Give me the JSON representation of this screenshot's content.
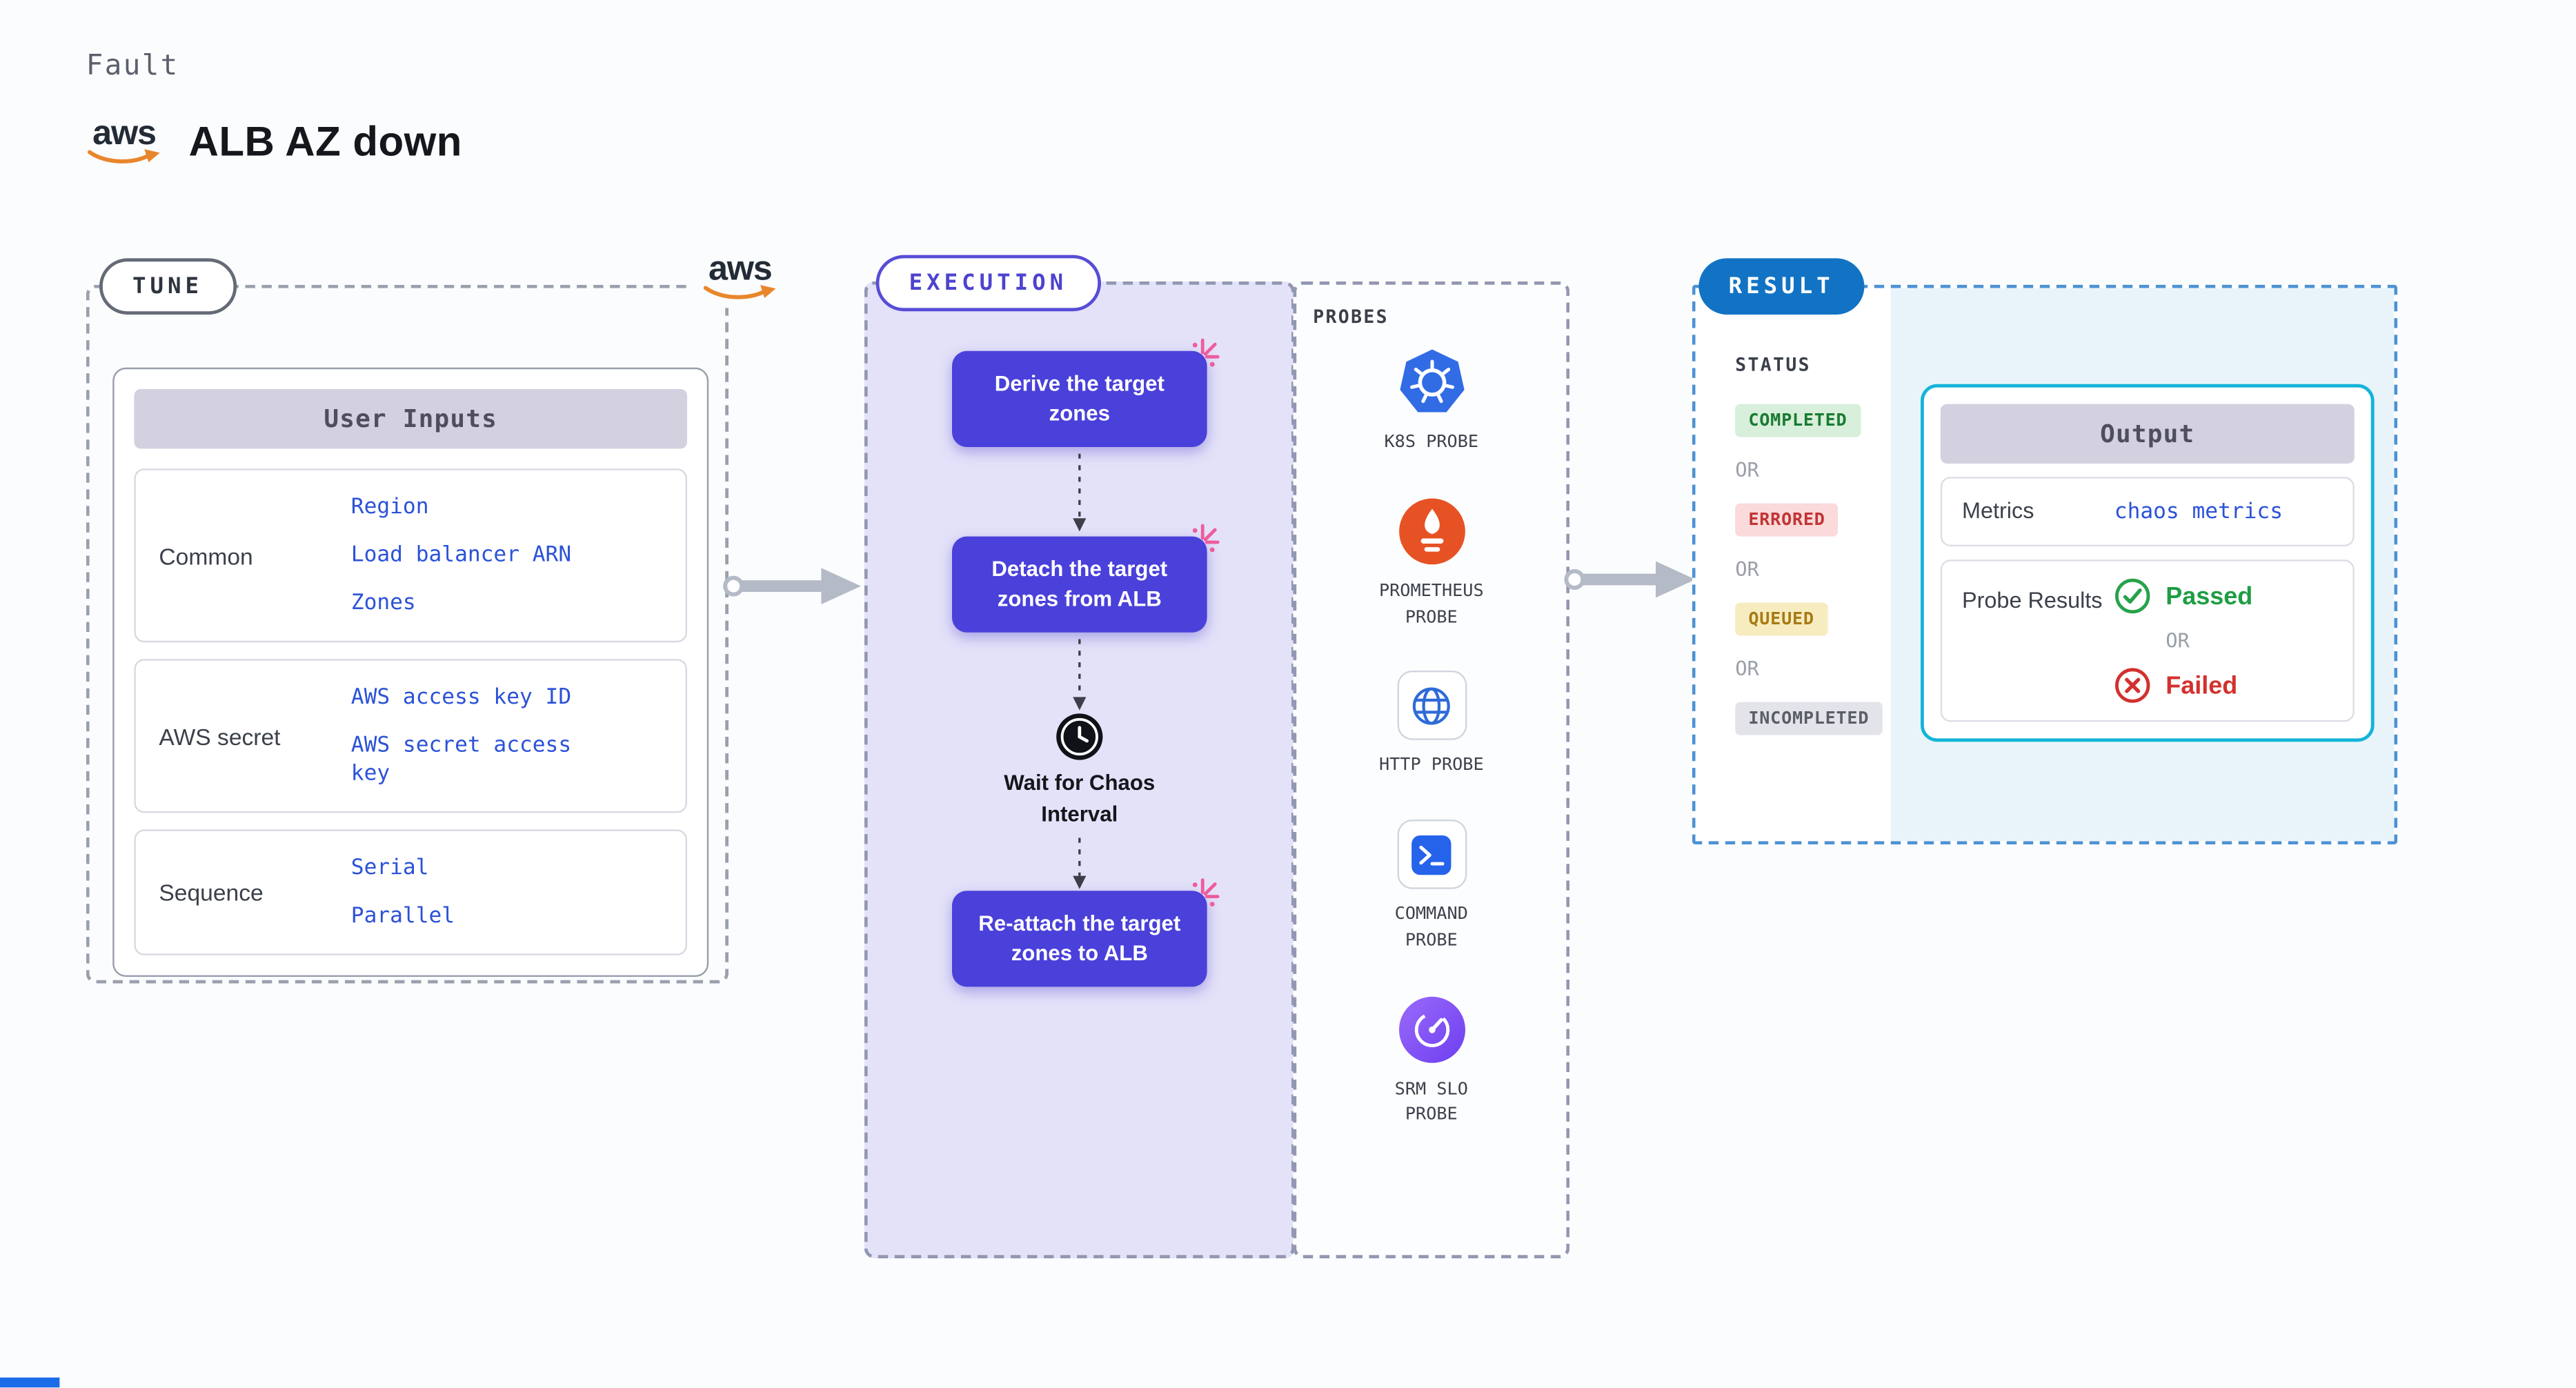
{
  "page": {
    "kicker": "Fault",
    "title": "ALB AZ down",
    "brand": "aws"
  },
  "tune": {
    "label": "TUNE",
    "table": {
      "title": "User Inputs",
      "rows": [
        {
          "label": "Common",
          "values": [
            "Region",
            "Load balancer ARN",
            "Zones"
          ]
        },
        {
          "label": "AWS secret",
          "values": [
            "AWS access key ID",
            "AWS secret access key"
          ]
        },
        {
          "label": "Sequence",
          "values": [
            "Serial",
            "Parallel"
          ]
        }
      ]
    }
  },
  "execution": {
    "label": "EXECUTION",
    "steps": [
      "Derive the target zones",
      "Detach the target zones from ALB",
      "Re-attach the target zones to ALB"
    ],
    "wait_label": "Wait for Chaos Interval",
    "probes": {
      "label": "PROBES",
      "items": [
        {
          "name": "K8S PROBE",
          "icon": "kubernetes-icon"
        },
        {
          "name": "PROMETHEUS PROBE",
          "icon": "prometheus-flame-icon"
        },
        {
          "name": "HTTP PROBE",
          "icon": "globe-icon"
        },
        {
          "name": "COMMAND PROBE",
          "icon": "terminal-icon"
        },
        {
          "name": "SRM SLO PROBE",
          "icon": "gauge-icon"
        }
      ]
    }
  },
  "result": {
    "label": "RESULT",
    "status": {
      "label": "STATUS",
      "or": "OR",
      "badges": [
        "COMPLETED",
        "ERRORED",
        "QUEUED",
        "INCOMPLETED"
      ]
    },
    "output": {
      "title": "Output",
      "metrics_label": "Metrics",
      "metrics_value": "chaos metrics",
      "probe_results_label": "Probe Results",
      "passed": "Passed",
      "or": "OR",
      "failed": "Failed"
    }
  },
  "colors": {
    "node_purple": "#4a40da",
    "execution_accent": "#544ad2",
    "result_blue": "#1273c4",
    "output_border": "#14b4d8",
    "value_blue": "#2b52d8",
    "passed_green": "#1f9d44",
    "failed_red": "#d2312e",
    "chaos_pink": "#ee5c9d",
    "aws_orange": "#e8862c",
    "badge_completed_bg": "#d7efdb",
    "badge_errored_bg": "#fadadb",
    "badge_queued_bg": "#f7ecc0",
    "badge_incompleted_bg": "#e3e4e9"
  }
}
